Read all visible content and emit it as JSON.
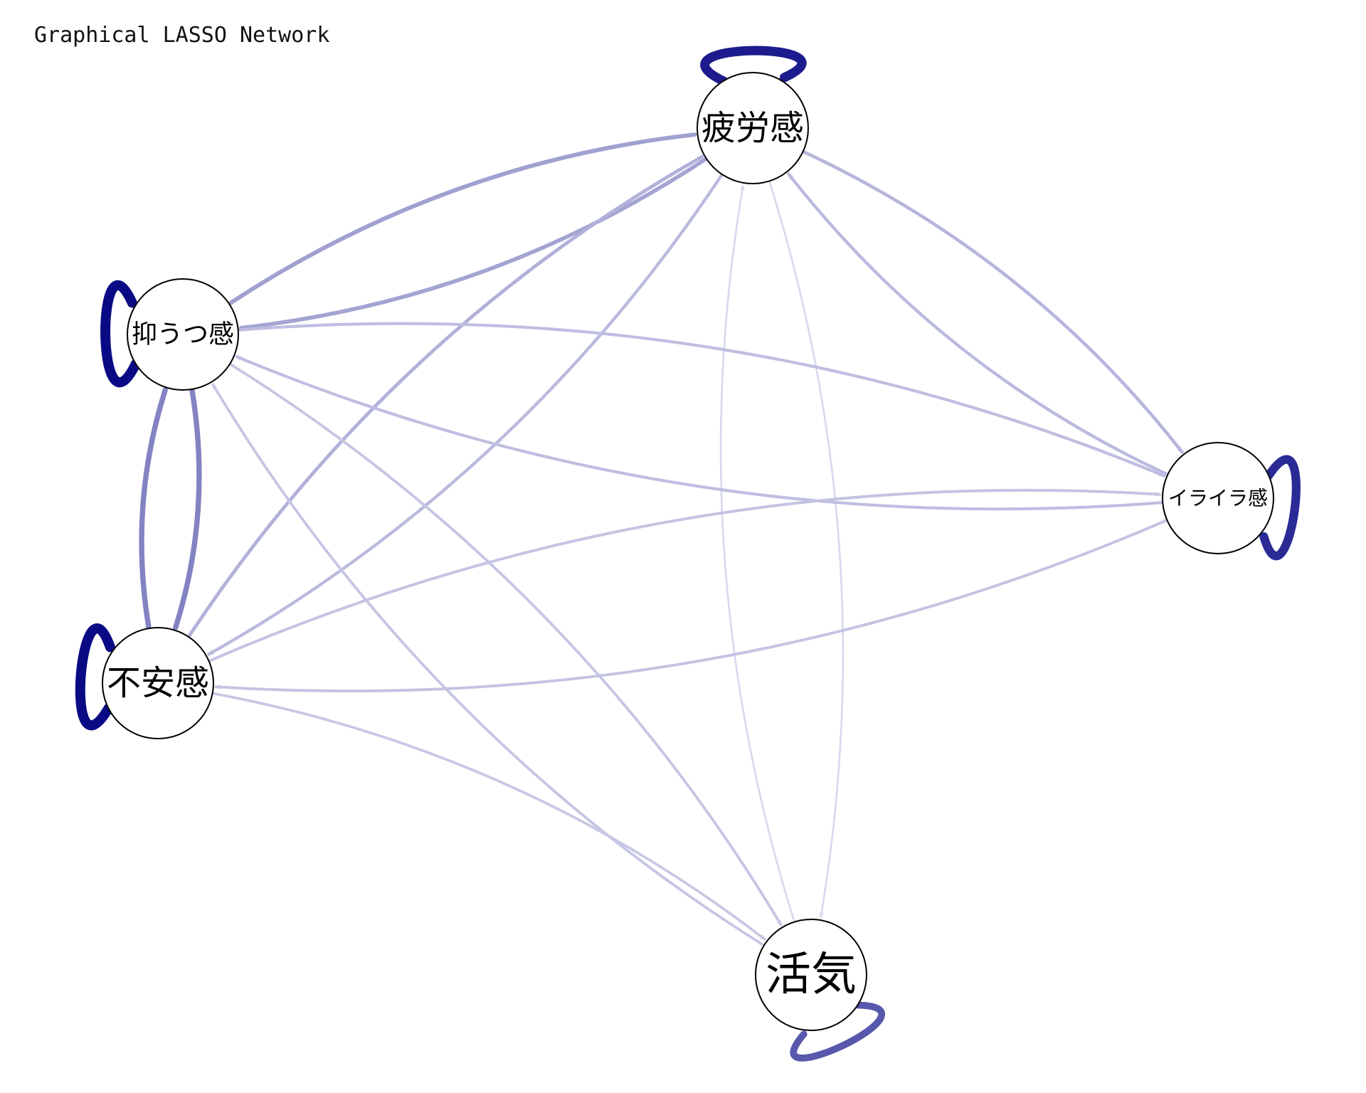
{
  "title": "Graphical LASSO Network",
  "colors": {
    "edge_strong": "#0a0a85",
    "node_fill": "#ffffff",
    "node_stroke": "#000000"
  },
  "nodes": [
    {
      "id": "fatigue",
      "label": "疲労感"
    },
    {
      "id": "depression",
      "label": "抑うつ感"
    },
    {
      "id": "anxiety",
      "label": "不安感"
    },
    {
      "id": "irritation",
      "label": "イライラ感"
    },
    {
      "id": "vigor",
      "label": "活気"
    }
  ],
  "self_loops": [
    {
      "node": "fatigue",
      "weight": 0.92
    },
    {
      "node": "depression",
      "weight": 1.0
    },
    {
      "node": "anxiety",
      "weight": 1.0
    },
    {
      "node": "irritation",
      "weight": 0.85
    },
    {
      "node": "vigor",
      "weight": 0.65
    }
  ],
  "edges": [
    {
      "from": "fatigue",
      "to": "depression",
      "weight": 0.3
    },
    {
      "from": "depression",
      "to": "fatigue",
      "weight": 0.32
    },
    {
      "from": "fatigue",
      "to": "anxiety",
      "weight": 0.2
    },
    {
      "from": "anxiety",
      "to": "fatigue",
      "weight": 0.24
    },
    {
      "from": "fatigue",
      "to": "irritation",
      "weight": 0.22
    },
    {
      "from": "irritation",
      "to": "fatigue",
      "weight": 0.2
    },
    {
      "from": "fatigue",
      "to": "vigor",
      "weight": 0.06
    },
    {
      "from": "vigor",
      "to": "fatigue",
      "weight": 0.06
    },
    {
      "from": "depression",
      "to": "anxiety",
      "weight": 0.45
    },
    {
      "from": "anxiety",
      "to": "depression",
      "weight": 0.45
    },
    {
      "from": "depression",
      "to": "irritation",
      "weight": 0.18
    },
    {
      "from": "irritation",
      "to": "depression",
      "weight": 0.18
    },
    {
      "from": "depression",
      "to": "vigor",
      "weight": 0.15
    },
    {
      "from": "vigor",
      "to": "depression",
      "weight": 0.15
    },
    {
      "from": "anxiety",
      "to": "irritation",
      "weight": 0.16
    },
    {
      "from": "irritation",
      "to": "anxiety",
      "weight": 0.16
    },
    {
      "from": "anxiety",
      "to": "vigor",
      "weight": 0.14
    }
  ]
}
